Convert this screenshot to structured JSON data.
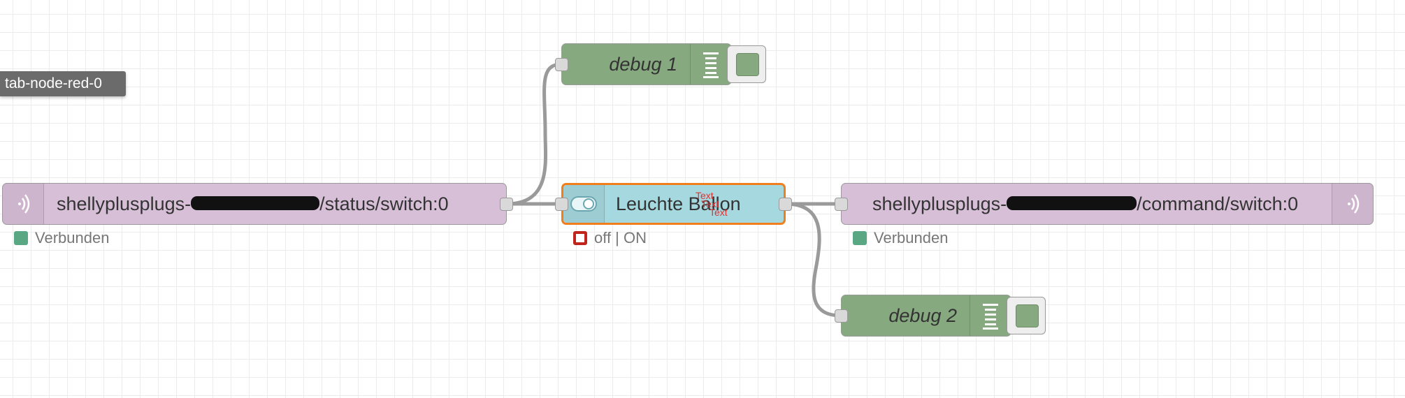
{
  "tab": {
    "label": "tab-node-red-0"
  },
  "nodes": {
    "mqtt_in": {
      "label_prefix": "shellyplusplugs-",
      "label_suffix": "/status/switch:0",
      "status": "Verbunden"
    },
    "debug1": {
      "label": "debug 1"
    },
    "switch": {
      "label": "Leuchte Ballon",
      "status": "off | ON",
      "overlay": [
        "Text",
        "Text",
        "Text"
      ]
    },
    "mqtt_out": {
      "label_prefix": "shellyplusplugs-",
      "label_suffix": "/command/switch:0",
      "status": "Verbunden"
    },
    "debug2": {
      "label": "debug 2"
    }
  },
  "icons": {
    "mqtt": "mqtt-wave-icon",
    "debug": "debug-list-icon",
    "switch": "toggle-switch-icon"
  },
  "colors": {
    "mqtt_node": "#d8bfd8",
    "debug_node": "#87a980",
    "switch_node": "#a6d9df",
    "selected_border": "#f07e1a",
    "status_connected": "#5aa784",
    "status_off": "#c0241b",
    "wire": "#9a9a9a"
  }
}
